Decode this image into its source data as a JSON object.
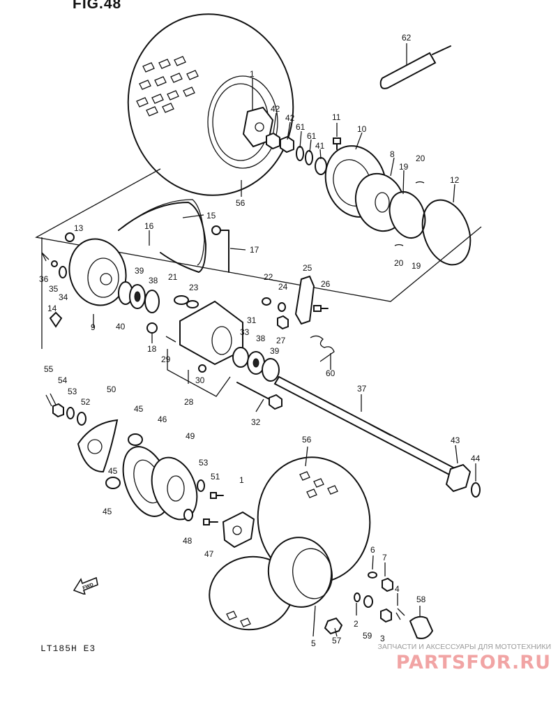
{
  "figure_title": "FIG.48",
  "model_code": "LT185H E3",
  "watermark": {
    "caption": "ЗАПЧАСТИ И АКСЕССУАРЫ ДЛЯ МОТОТЕХНИКИ",
    "logo": "PARTSFOR.RU"
  },
  "direction_label": "FWD",
  "part_callouts": [
    "62",
    "1",
    "42",
    "42",
    "61",
    "61",
    "41",
    "11",
    "10",
    "8",
    "19",
    "20",
    "12",
    "56",
    "15",
    "13",
    "16",
    "17",
    "36",
    "35",
    "34",
    "39",
    "38",
    "21",
    "23",
    "22",
    "24",
    "25",
    "26",
    "14",
    "9",
    "40",
    "18",
    "31",
    "33",
    "38",
    "39",
    "27",
    "29",
    "30",
    "28",
    "60",
    "55",
    "54",
    "53",
    "52",
    "50",
    "45",
    "46",
    "49",
    "53",
    "51",
    "45",
    "45",
    "48",
    "47",
    "1",
    "37",
    "32",
    "56",
    "43",
    "44",
    "6",
    "7",
    "2",
    "59",
    "3",
    "4",
    "58",
    "57",
    "5",
    "20",
    "19"
  ]
}
